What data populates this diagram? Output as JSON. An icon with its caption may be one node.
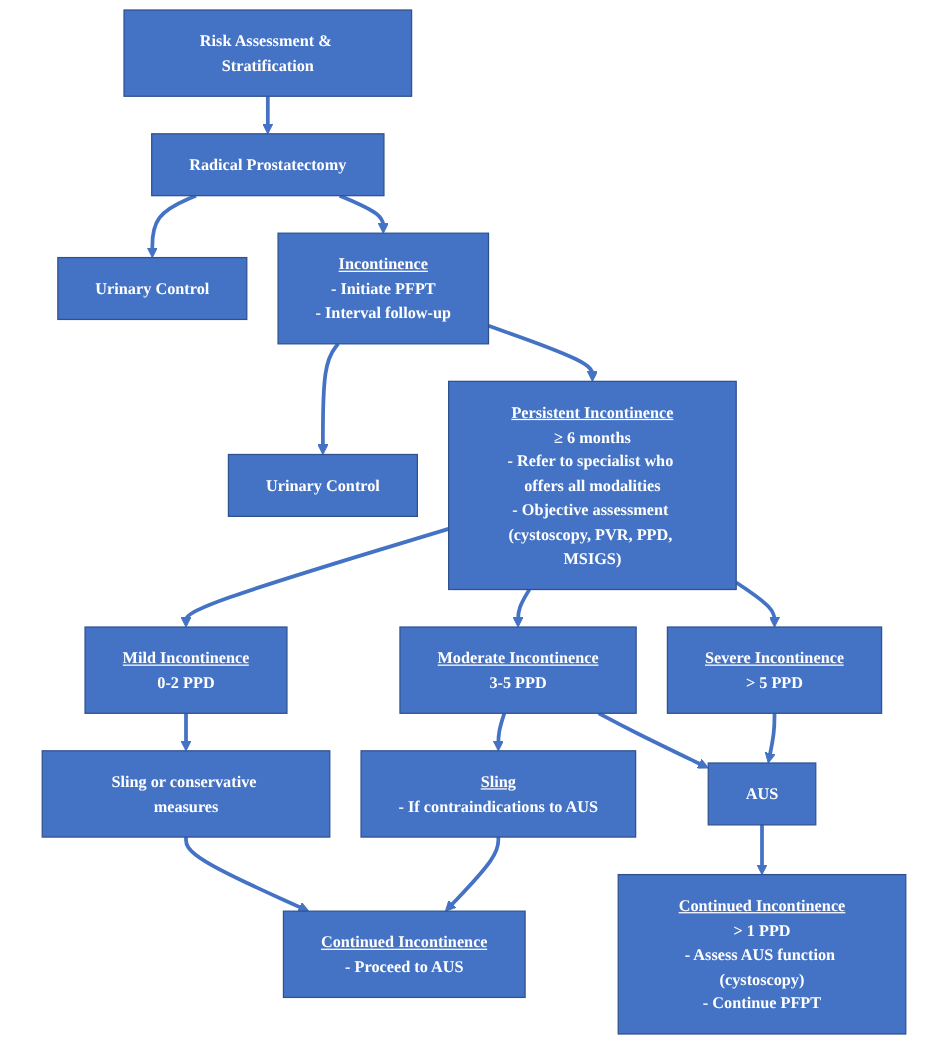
{
  "diagram": {
    "nodes": [
      {
        "text": [
          "Risk Assessment & Stratification"
        ]
      },
      {
        "text": [
          "Radical Prostatectomy"
        ]
      },
      {
        "text": [
          "Urinary Control"
        ]
      },
      {
        "text": [
          "Incontinence",
          "- Initiate PFPT",
          "- Interval follow-up"
        ]
      },
      {
        "text": [
          "Urinary Control"
        ]
      },
      {
        "text": [
          "Persistent Incontinence",
          "≥ 6 months",
          "- Refer to specialist who offers all modalities",
          "- Objective assessment (cystoscopy, PVR, PPD, MSIGS)"
        ]
      },
      {
        "text": [
          "Mild Incontinence",
          "0-2 PPD"
        ]
      },
      {
        "text": [
          "Moderate Incontinence",
          "3-5 PPD"
        ]
      },
      {
        "text": [
          "Severe Incontinence",
          "> 5 PPD"
        ]
      },
      {
        "text": [
          "Sling or conservative measures"
        ]
      },
      {
        "text": [
          "Sling",
          "- If contraindications to AUS"
        ]
      },
      {
        "text": [
          "AUS"
        ]
      },
      {
        "text": [
          "Continued Incontinence",
          "- Proceed to AUS"
        ]
      },
      {
        "text": [
          "Continued Incontinence",
          "> 1 PPD",
          "- Assess AUS function (cystoscopy)",
          "- Continue PFPT"
        ]
      }
    ],
    "edges": [
      {
        "from": 0,
        "to": 1,
        "arrow": "to"
      },
      {
        "from": 1,
        "to": 2,
        "arrow": "to"
      },
      {
        "from": 1,
        "to": 3,
        "arrow": "to"
      },
      {
        "from": 3,
        "to": 4,
        "arrow": "to"
      },
      {
        "from": 3,
        "to": 5,
        "arrow": "to"
      },
      {
        "from": 5,
        "to": 6,
        "arrow": "to"
      },
      {
        "from": 5,
        "to": 7,
        "arrow": "to"
      },
      {
        "from": 5,
        "to": 8,
        "arrow": "to"
      },
      {
        "from": 6,
        "to": 9,
        "arrow": "to"
      },
      {
        "from": 7,
        "to": 10,
        "arrow": "to"
      },
      {
        "from": 7,
        "to": 11,
        "arrow": "to"
      },
      {
        "from": 8,
        "to": 11,
        "arrow": "to"
      },
      {
        "from": 9,
        "to": 12,
        "arrow": "to"
      },
      {
        "from": 10,
        "to": 12,
        "arrow": "to"
      },
      {
        "from": 11,
        "to": 13,
        "arrow": "to"
      }
    ]
  }
}
